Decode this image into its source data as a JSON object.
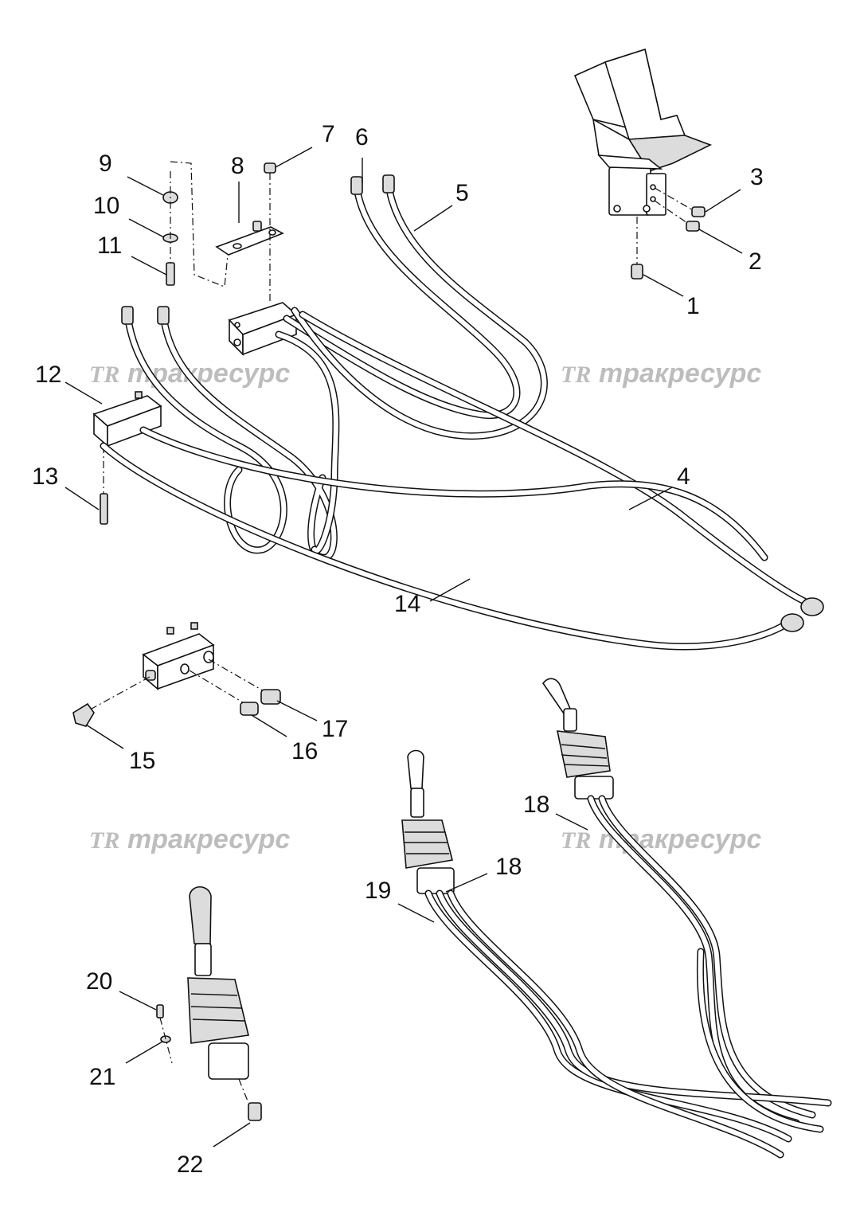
{
  "callouts": [
    {
      "id": "1",
      "text": "1"
    },
    {
      "id": "2",
      "text": "2"
    },
    {
      "id": "3",
      "text": "3"
    },
    {
      "id": "4",
      "text": "4"
    },
    {
      "id": "5",
      "text": "5"
    },
    {
      "id": "6",
      "text": "6"
    },
    {
      "id": "7",
      "text": "7"
    },
    {
      "id": "8",
      "text": "8"
    },
    {
      "id": "9",
      "text": "9"
    },
    {
      "id": "10",
      "text": "10"
    },
    {
      "id": "11",
      "text": "11"
    },
    {
      "id": "12",
      "text": "12"
    },
    {
      "id": "13",
      "text": "13"
    },
    {
      "id": "14",
      "text": "14"
    },
    {
      "id": "15",
      "text": "15"
    },
    {
      "id": "16",
      "text": "16"
    },
    {
      "id": "17",
      "text": "17"
    },
    {
      "id": "18a",
      "text": "18"
    },
    {
      "id": "18b",
      "text": "18"
    },
    {
      "id": "19",
      "text": "19"
    },
    {
      "id": "20",
      "text": "20"
    },
    {
      "id": "21",
      "text": "21"
    },
    {
      "id": "22",
      "text": "22"
    }
  ],
  "watermark": {
    "logo": "TR",
    "text": "тракресурс"
  }
}
